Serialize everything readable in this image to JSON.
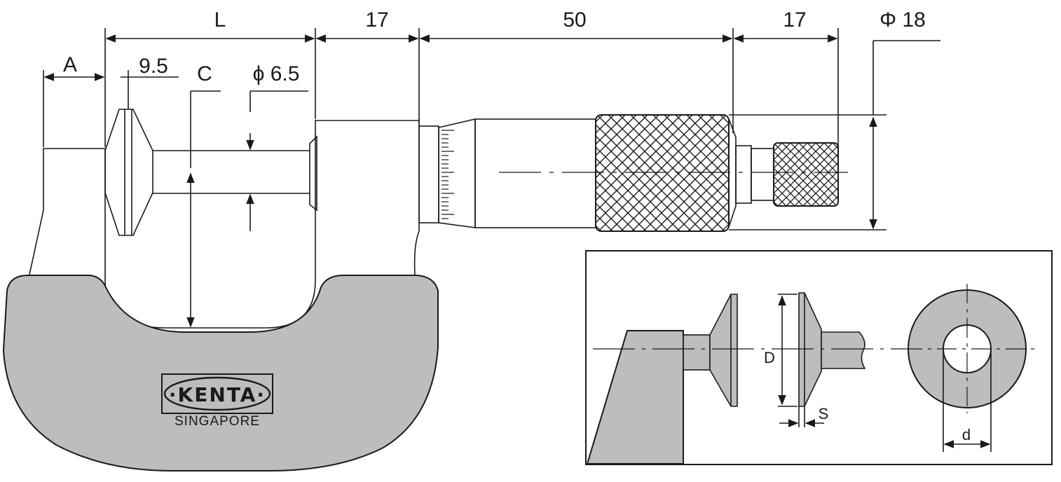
{
  "dimensions": {
    "a": "A",
    "l": "L",
    "c": "C",
    "anvil_thickness": "9.5",
    "spindle_diameter": "ϕ 6.5",
    "sleeve_length": "17",
    "thimble_length": "50",
    "ratchet_length": "17",
    "thimble_diameter": "Φ 18"
  },
  "inset": {
    "disc_diameter": "D",
    "disc_thickness": "S",
    "hole_diameter": "d"
  },
  "brand": {
    "name": "·KENTA·",
    "location": "SINGAPORE"
  },
  "colors": {
    "frame_fill": "#bdbdbd",
    "line": "#1a1a1a",
    "background": "#ffffff"
  }
}
